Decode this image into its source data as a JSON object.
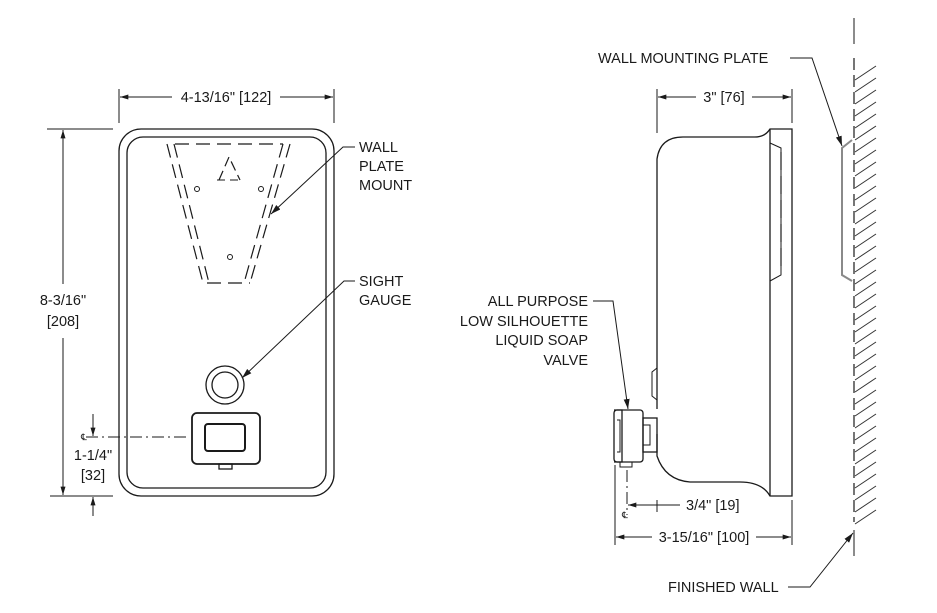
{
  "drawing": {
    "title": "Surface-mounted liquid soap dispenser dimension drawing",
    "front_view": {
      "width_dim": "4-13/16\" [122]",
      "height_dim_line1": "8-3/16\"",
      "height_dim_line2": "[208]",
      "valve_dim_line1": "1-1/4\"",
      "valve_dim_line2": "[32]",
      "centerline_mark": "℄",
      "callouts": {
        "wall_plate_mount": [
          "WALL",
          "PLATE",
          "MOUNT"
        ],
        "sight_gauge": [
          "SIGHT",
          "GAUGE"
        ]
      }
    },
    "side_view": {
      "depth_dim": "3\" [76]",
      "valve_offset_dim": "3/4\" [19]",
      "overall_depth_dim": "3-15/16\" [100]",
      "centerline_mark": "℄",
      "callouts": {
        "wall_mounting_plate": "WALL MOUNTING PLATE",
        "soap_valve": [
          "ALL PURPOSE",
          "LOW SILHOUETTE",
          "LIQUID SOAP",
          "VALVE"
        ],
        "finished_wall": "FINISHED WALL"
      }
    }
  }
}
